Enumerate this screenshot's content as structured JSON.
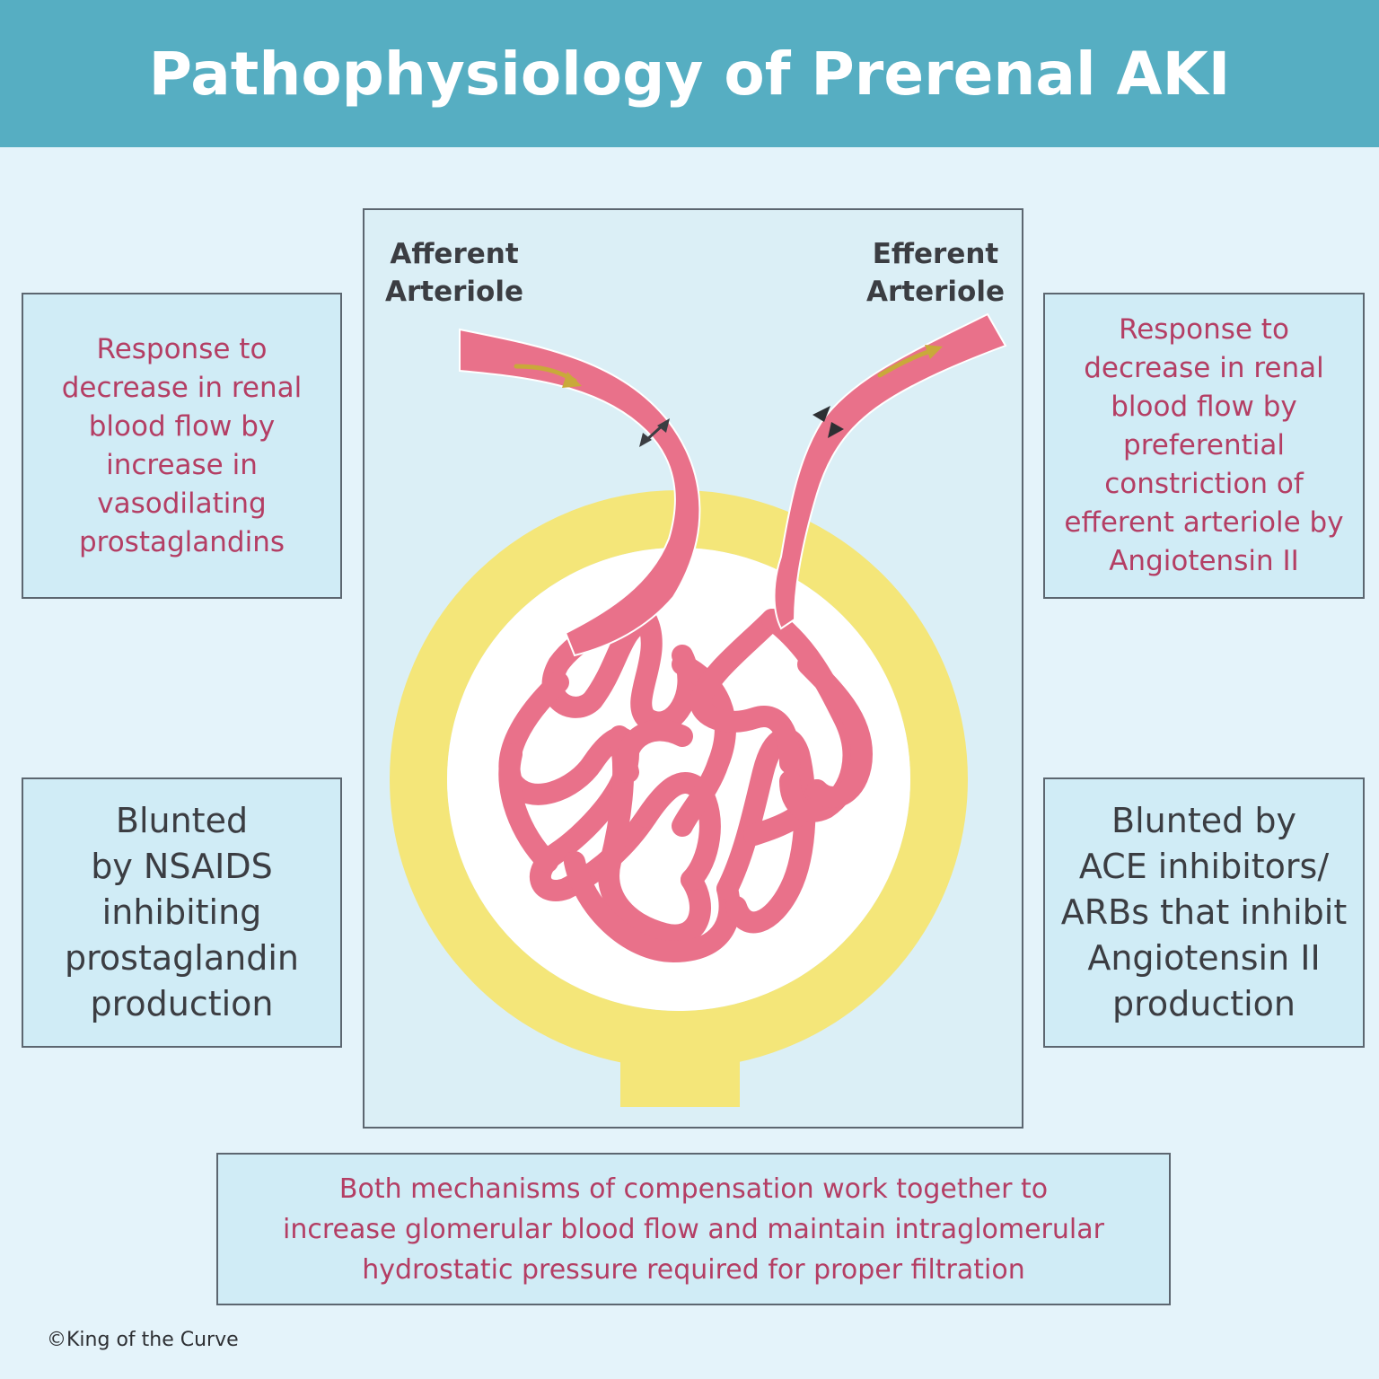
{
  "title": "Pathophysiology of Prerenal AKI",
  "diagram": {
    "afferent_label": "Afferent\nArteriole",
    "efferent_label": "Efferent\nArteriole"
  },
  "left_top_box": "Response to\ndecrease in renal\nblood flow by\nincrease in\nvasodilating\nprostaglandins",
  "right_top_box": "Response to\ndecrease in renal\nblood flow by\npreferential\nconstriction of\nefferent arteriole by\nAngiotensin II",
  "left_bottom_box": "Blunted\nby NSAIDS\ninhibiting\nprostaglandin\nproduction",
  "right_bottom_box": "Blunted by\nACE inhibitors/\nARBs that inhibit\nAngiotensin II\nproduction",
  "bottom_box": "Both mechanisms of compensation work together to\nincrease glomerular blood flow and maintain intraglomerular\nhydrostatic pressure required for proper filtration",
  "copyright": "©King of the Curve",
  "colors": {
    "header": "#56aec2",
    "background": "#e4f3fa",
    "box_fill": "#d0ecf6",
    "pink_text": "#b43e64",
    "vessel": "#e9718a",
    "capsule": "#f4e679",
    "flow_arrow": "#c9a93a"
  }
}
